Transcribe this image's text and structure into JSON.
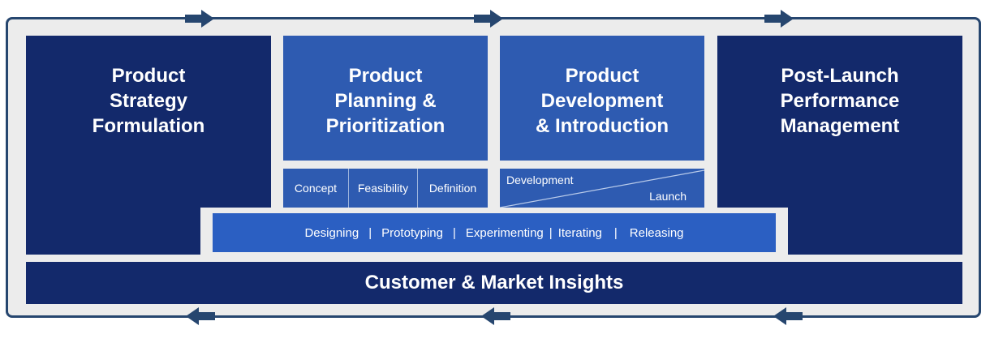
{
  "stages": [
    {
      "title": "Product\nStrategy\nFormulation"
    },
    {
      "title": "Product\nPlanning &\nPrioritization"
    },
    {
      "title": "Product\nDevelopment\n& Introduction"
    },
    {
      "title": "Post-Launch\nPerformance\nManagement"
    }
  ],
  "planning_substeps": [
    "Concept",
    "Feasibility",
    "Definition"
  ],
  "development_substeps": {
    "upper": "Development",
    "lower": "Launch"
  },
  "process_steps": [
    "Designing",
    "Prototyping",
    "Experimenting",
    "Iterating",
    "Releasing"
  ],
  "process_separator": "|",
  "foundation": "Customer & Market Insights",
  "colors": {
    "dark": "#13296b",
    "mid": "#2e5bb1",
    "bright": "#2b5fc2",
    "frame": "#26466f"
  },
  "icons": {
    "top_arrows": "arrow-right-icon",
    "bottom_arrows": "arrow-left-icon"
  }
}
